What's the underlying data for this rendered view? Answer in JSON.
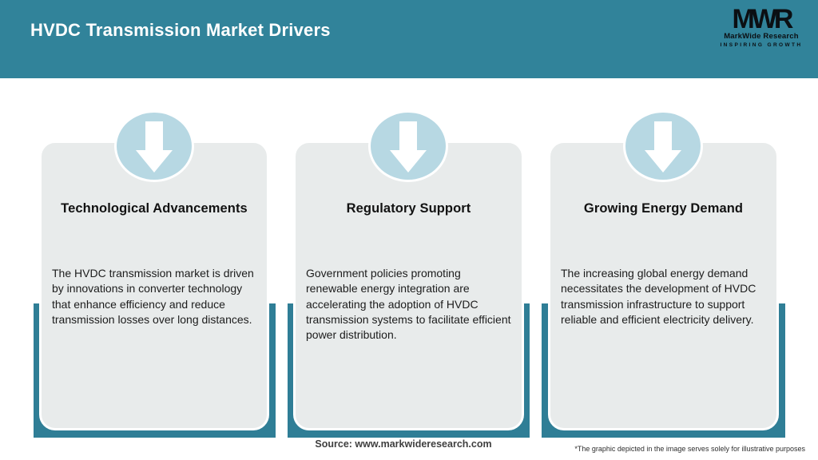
{
  "header": {
    "title": "HVDC Transmission Market Drivers",
    "logo": {
      "monogram": "MWR",
      "name": "MarkWide Research",
      "tagline": "INSPIRING GROWTH"
    }
  },
  "cards": [
    {
      "icon": "down-arrow-icon",
      "title": "Technological Advancements",
      "body": "The HVDC transmission market is driven\nby innovations in converter technology\nthat enhance efficiency and reduce\ntransmission losses over long distances."
    },
    {
      "icon": "down-arrow-icon",
      "title": "Regulatory Support",
      "body": "Government policies promoting\nrenewable energy integration are\naccelerating the adoption of HVDC\ntransmission systems to facilitate efficient\npower distribution."
    },
    {
      "icon": "down-arrow-icon",
      "title": "Growing Energy Demand",
      "body": "The increasing global energy demand\nnecessitates the development of HVDC\ntransmission infrastructure to support\nreliable and efficient electricity delivery."
    }
  ],
  "footer": {
    "source": "Source: www.markwideresearch.com",
    "disclaimer": "*The graphic depicted in the image serves solely for illustrative purposes"
  },
  "colors": {
    "header_teal": "#31839A",
    "band_teal": "#2F7E96",
    "badge_blue": "#B7D8E3",
    "card_gray": "#E8EBEB"
  }
}
